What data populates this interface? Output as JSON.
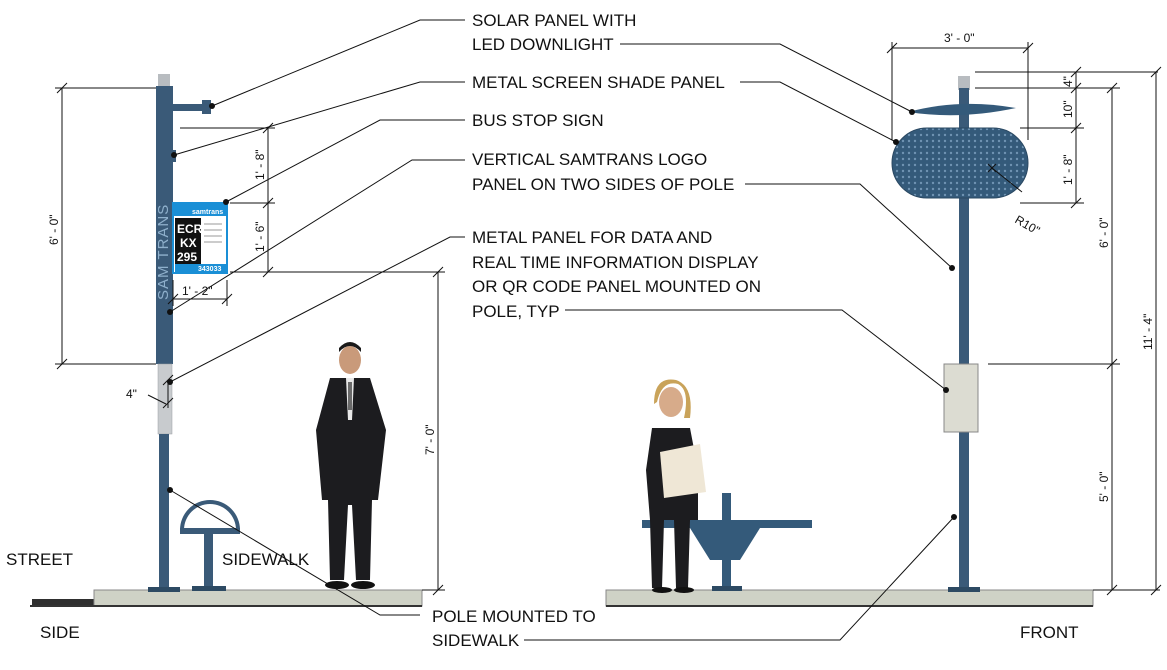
{
  "callouts": {
    "solar_line1": "SOLAR PANEL WITH",
    "solar_line2": "LED DOWNLIGHT",
    "screen_shade": "METAL SCREEN SHADE PANEL",
    "bus_stop_sign": "BUS STOP SIGN",
    "logo_line1": "VERTICAL SAMTRANS LOGO",
    "logo_line2": "PANEL ON TWO SIDES OF POLE",
    "data_line1": "METAL PANEL FOR DATA AND",
    "data_line2": "REAL TIME INFORMATION DISPLAY",
    "data_line3": "OR QR CODE PANEL MOUNTED ON",
    "data_line4": "POLE, TYP",
    "pole_line1": "POLE MOUNTED TO",
    "pole_line2": "SIDEWALK"
  },
  "labels": {
    "street": "STREET",
    "sidewalk": "SIDEWALK",
    "side": "SIDE",
    "front": "FRONT"
  },
  "dimensions": {
    "side_height_logo": "6' - 0\"",
    "side_sign_top": "1' - 8\"",
    "side_sign_height": "1' - 6\"",
    "side_sign_width": "1' - 2\"",
    "side_gap": "4\"",
    "side_clearance": "7' - 0\"",
    "front_width": "3' - 0\"",
    "front_top": "4\"",
    "front_panel_gap": "10\"",
    "front_shade_height": "1' - 8\"",
    "front_radius": "R10\"",
    "front_upper": "6' - 0\"",
    "front_total": "11' - 4\"",
    "front_lower": "5' - 0\""
  },
  "sign": {
    "brand": "samtrans",
    "route_line1": "ECR",
    "route_line2": "KX",
    "route_line3": "295",
    "stop_id": "343033"
  },
  "pole_logo": "SAM TRANS",
  "colors": {
    "pole": "#3a5a78",
    "pole_light": "#b8bcc0",
    "shade": "#345a7a",
    "sidewalk": "#cfd2c6",
    "sign_blue": "#1a8fd6"
  }
}
